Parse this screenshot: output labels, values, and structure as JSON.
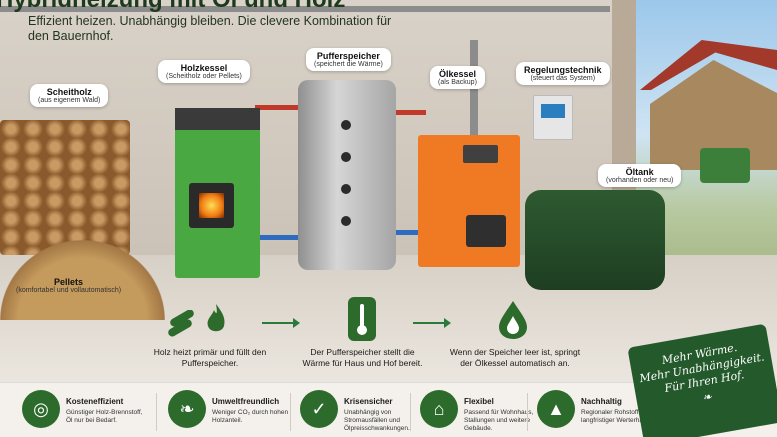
{
  "title": "Hybridheizung mit Öl und Holz",
  "subtitle": "Effizient heizen. Unabhängig bleiben. Die clevere Kombination für den Bauernhof.",
  "labels": {
    "scheitholz": {
      "name": "Scheitholz",
      "desc": "(aus eigenem Wald)"
    },
    "holzkessel": {
      "name": "Holzkessel",
      "desc": "(Scheitholz oder Pellets)"
    },
    "pufferspeicher": {
      "name": "Pufferspeicher",
      "desc": "(speichert die Wärme)"
    },
    "oelkessel": {
      "name": "Ölkessel",
      "desc": "(als Backup)"
    },
    "regelung": {
      "name": "Regelungstechnik",
      "desc": "(steuert das System)"
    },
    "oeltank": {
      "name": "Öltank",
      "desc": "(vorhanden oder neu)"
    },
    "pellets": {
      "name": "Pellets",
      "desc": "(komfortabel und vollautomatisch)"
    }
  },
  "flow": {
    "step1": "Holz heizt primär und füllt den Pufferspeicher.",
    "step2": "Der Pufferspeicher stellt die Wärme für Haus und Hof bereit.",
    "step3": "Wenn der Speicher leer ist, springt der Ölkessel automatisch an.",
    "icons": [
      "logs-icon",
      "flame-icon",
      "thermometer-icon",
      "oil-drop-icon"
    ]
  },
  "features": [
    {
      "title": "Kosteneffizient",
      "desc": "Günstiger Holz-Brennstoff, Öl nur bei Bedarf.",
      "icon": "coins-icon"
    },
    {
      "title": "Umweltfreundlich",
      "desc": "Weniger CO₂ durch hohen Holzanteil.",
      "icon": "leaf-icon"
    },
    {
      "title": "Krisensicher",
      "desc": "Unabhängig von Stromausfällen und Ölpreisschwankungen.",
      "icon": "shield-check-icon"
    },
    {
      "title": "Flexibel",
      "desc": "Passend für Wohnhaus, Stallungen und weitere Gebäude.",
      "icon": "house-icon"
    },
    {
      "title": "Nachhaltig",
      "desc": "Regionaler Rohstoff und langfristiger Werterhalt.",
      "icon": "tree-icon"
    }
  ],
  "badge": {
    "line1": "Mehr Wärme.",
    "line2": "Mehr Unabhängigkeit.",
    "line3": "Für Ihren Hof."
  },
  "colors": {
    "accent": "#2d6b2c",
    "wood_boiler": "#4aa843",
    "oil_boiler": "#f07a24",
    "oil_tank": "#2e5a30"
  }
}
